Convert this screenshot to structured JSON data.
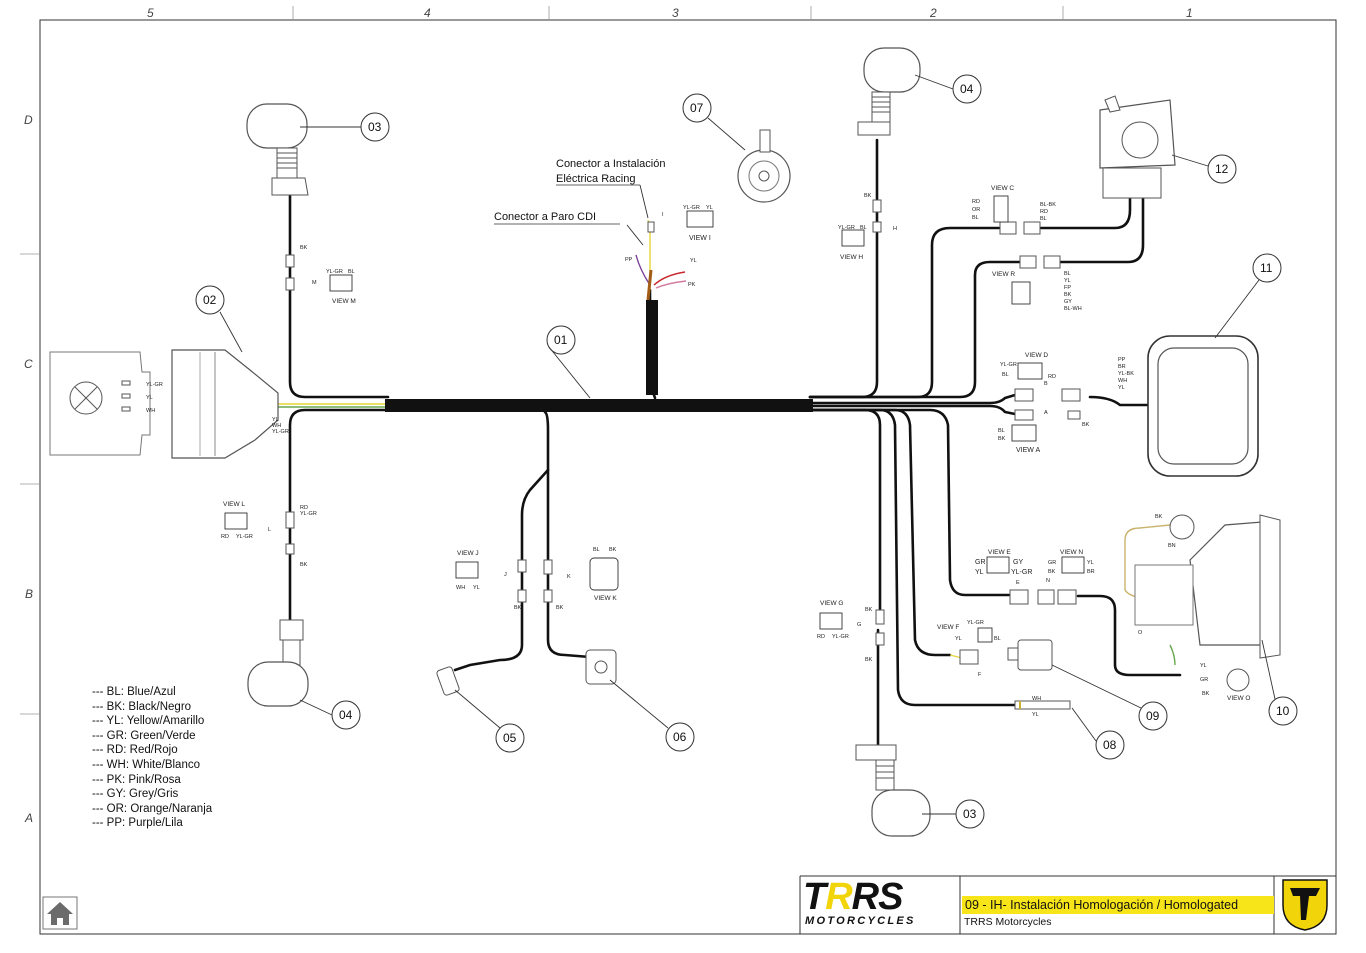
{
  "frame": {
    "columns": [
      "5",
      "4",
      "3",
      "2",
      "1"
    ],
    "rows": [
      "D",
      "C",
      "B",
      "A"
    ]
  },
  "callouts": {
    "c01": "01",
    "c02": "02",
    "c03_top": "03",
    "c03_bottom": "03",
    "c04_top": "04",
    "c04_bottom": "04",
    "c05": "05",
    "c06": "06",
    "c07": "07",
    "c08": "08",
    "c09": "09",
    "c10": "10",
    "c11": "11",
    "c12": "12"
  },
  "annotations": {
    "racing_connector_line1": "Conector a Instalación",
    "racing_connector_line2": "Eléctrica Racing",
    "cdi_connector": "Conector a Paro CDI"
  },
  "views": {
    "view_a": "VIEW A",
    "view_c": "VIEW C",
    "view_d": "VIEW D",
    "view_e": "VIEW E",
    "view_f": "VIEW F",
    "view_g": "VIEW G",
    "view_h": "VIEW H",
    "view_i": "VIEW I",
    "view_j": "VIEW J",
    "view_k": "VIEW K",
    "view_l": "VIEW L",
    "view_m": "VIEW M",
    "view_n": "VIEW N",
    "view_o": "VIEW O",
    "view_r": "VIEW R"
  },
  "wire_labels": {
    "headlight_yl_gr": "YL-GR",
    "headlight_yl": "YL",
    "headlight_wh": "WH",
    "bundle_yl": "YL",
    "bundle_wh": "WH",
    "bundle_yl_gr": "YL-GR",
    "bk": "BK",
    "rd": "RD",
    "yl_gr": "YL-GR",
    "bl": "BL",
    "pp": "PP",
    "pk": "PK",
    "yl": "YL",
    "or": "OR",
    "bl_bk": "BL-BK",
    "fp": "FP",
    "gy": "GY",
    "bl_wh": "BL-WH",
    "br": "BR",
    "yl_bk": "YL-BK",
    "gr": "GR",
    "bn": "BN",
    "letter_m": "M",
    "letter_l": "L",
    "letter_j": "J",
    "letter_k": "K",
    "letter_g": "G",
    "letter_h": "H",
    "letter_i": "I",
    "letter_e": "E",
    "letter_n": "N",
    "letter_f": "F",
    "letter_b": "B",
    "letter_a": "A",
    "letter_o": "O"
  },
  "legend": [
    "--- BL: Blue/Azul",
    "--- BK: Black/Negro",
    "--- YL: Yellow/Amarillo",
    "--- GR: Green/Verde",
    "--- RD: Red/Rojo",
    "--- WH: White/Blanco",
    "--- PK: Pink/Rosa",
    "--- GY: Grey/Gris",
    "--- OR: Orange/Naranja",
    "--- PP: Purple/Lila"
  ],
  "title_block": {
    "logo_text_left": "T",
    "logo_text_r": "R",
    "logo_text_right": "RS",
    "logo_sub": "MOTORCYCLES",
    "title": "09 - IH- Instalación Homologación / Homologated",
    "company": "TRRS Motorcycles"
  },
  "colors": {
    "accent_yellow": "#f7e51a",
    "harness_black": "#111111",
    "wire_purple": "#7b3f98",
    "wire_yellow": "#e6d63a",
    "wire_red": "#c8282d",
    "wire_pink": "#d27ba0"
  },
  "icons": {
    "home": "home-icon",
    "brand_emblem": "trrs-emblem-icon"
  }
}
